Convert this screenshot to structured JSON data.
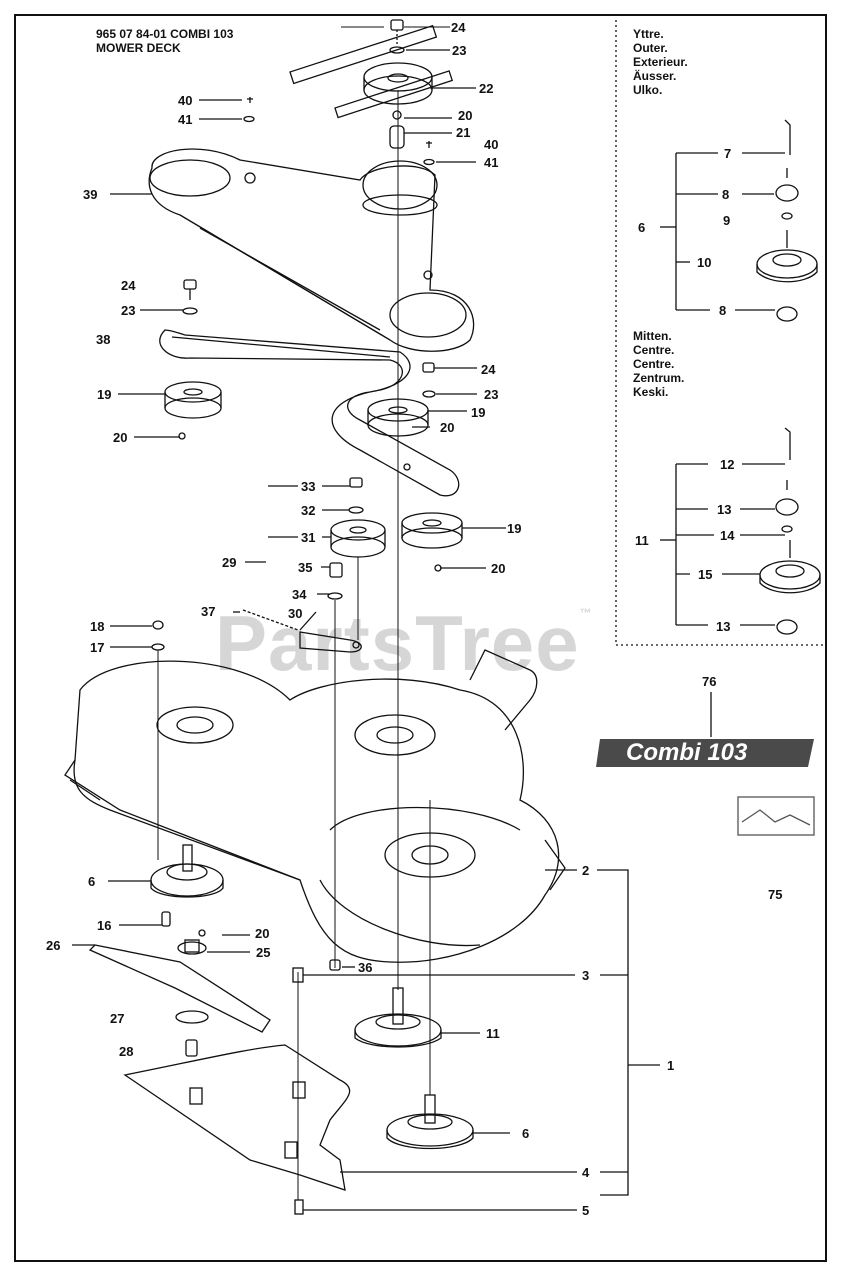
{
  "title": {
    "line1": "965 07 84-01 COMBI 103",
    "line2": "MOWER DECK"
  },
  "inset_outer": [
    "Yttre.",
    "Outer.",
    "Exterieur.",
    "Äusser.",
    "Ulko."
  ],
  "inset_centre": [
    "Mitten.",
    "Centre.",
    "Centre.",
    "Zentrum.",
    "Keski."
  ],
  "watermark": "PartsTree",
  "watermark_mark": "™",
  "badge": "Combi 103",
  "callouts": {
    "c24a": "24",
    "c23a": "23",
    "c22": "22",
    "c20a": "20",
    "c21": "21",
    "c40a": "40",
    "c41a": "41",
    "c40b": "40",
    "c41b": "41",
    "c39": "39",
    "c24b": "24",
    "c23b": "23",
    "c38": "38",
    "c24c": "24",
    "c23c": "23",
    "c19a": "19",
    "c19b": "19",
    "c20b": "20",
    "c20c": "20",
    "c33": "33",
    "c32": "32",
    "c31": "31",
    "c29": "29",
    "c35": "35",
    "c34": "34",
    "c30": "30",
    "c37": "37",
    "c19c": "19",
    "c20d": "20",
    "c18": "18",
    "c17": "17",
    "c6a": "6",
    "c16": "16",
    "c26": "26",
    "c20e": "20",
    "c25": "25",
    "c27": "27",
    "c28": "28",
    "c36": "36",
    "c2": "2",
    "c3": "3",
    "c11a": "11",
    "c1": "1",
    "c6b": "6",
    "c4": "4",
    "c5": "5",
    "i7": "7",
    "i8a": "8",
    "i9": "9",
    "i6": "6",
    "i10": "10",
    "i8b": "8",
    "i12": "12",
    "i13a": "13",
    "i14": "14",
    "i11": "11",
    "i15": "15",
    "i13b": "13",
    "c76": "76",
    "c75": "75"
  }
}
